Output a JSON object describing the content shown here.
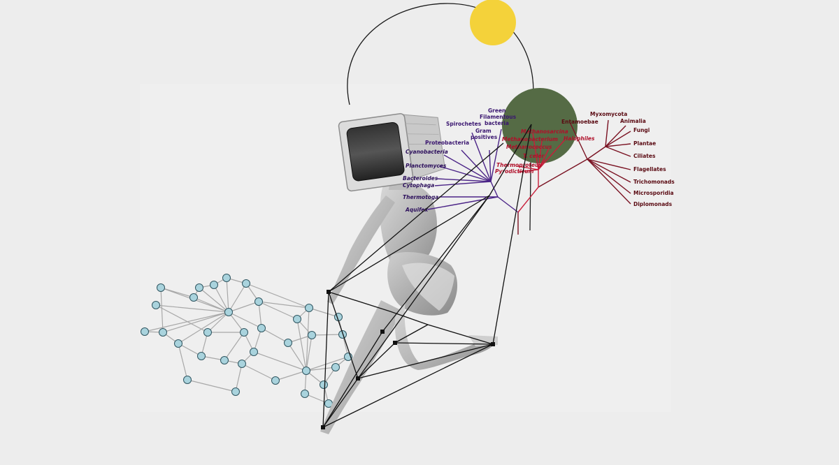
{
  "tree": {
    "bacteria_labels": [
      "Green",
      "Filamentous",
      "bacteria",
      "Spirochetes",
      "Gram",
      "positives",
      "Proteobacteria",
      "Cyanobacteria",
      "Planctomyces",
      "Bacteroides",
      "Cytophaga",
      "Thermotoga",
      "Aquifex"
    ],
    "archaea_labels": [
      "Methanosarcina",
      "Methanobacterium",
      "Methanococcus",
      "Halophiles",
      "T. celer",
      "Thermoproteus",
      "Pyrodicticum"
    ],
    "eukarya_labels": [
      "Entamoebae",
      "Myxomycota",
      "Animalia",
      "Fungi",
      "Plantae",
      "Ciliates",
      "Flagellates",
      "Trichomonads",
      "Microsporidia",
      "Diplomonads"
    ]
  },
  "colors": {
    "background": "#ededed",
    "sun": "#f4d23a",
    "green_disc": "#556b45",
    "network_node": "#a9d3dd",
    "bacteria_branch": "#4b2487",
    "archaea_branch": "#c81e3a",
    "eukarya_branch": "#7a1222"
  },
  "icons": [
    "crt-monitor-icon",
    "sun-circle-icon",
    "green-disc-icon",
    "network-graph-icon",
    "phylogenetic-tree-icon"
  ]
}
